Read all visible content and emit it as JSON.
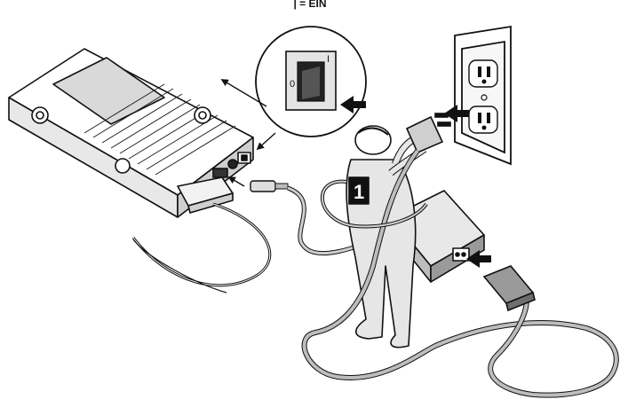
{
  "header": {
    "label": "| = EIN"
  },
  "switch_callout": {
    "off_mark": "0",
    "on_mark": "I"
  },
  "figure": {
    "badge_number": "1"
  }
}
